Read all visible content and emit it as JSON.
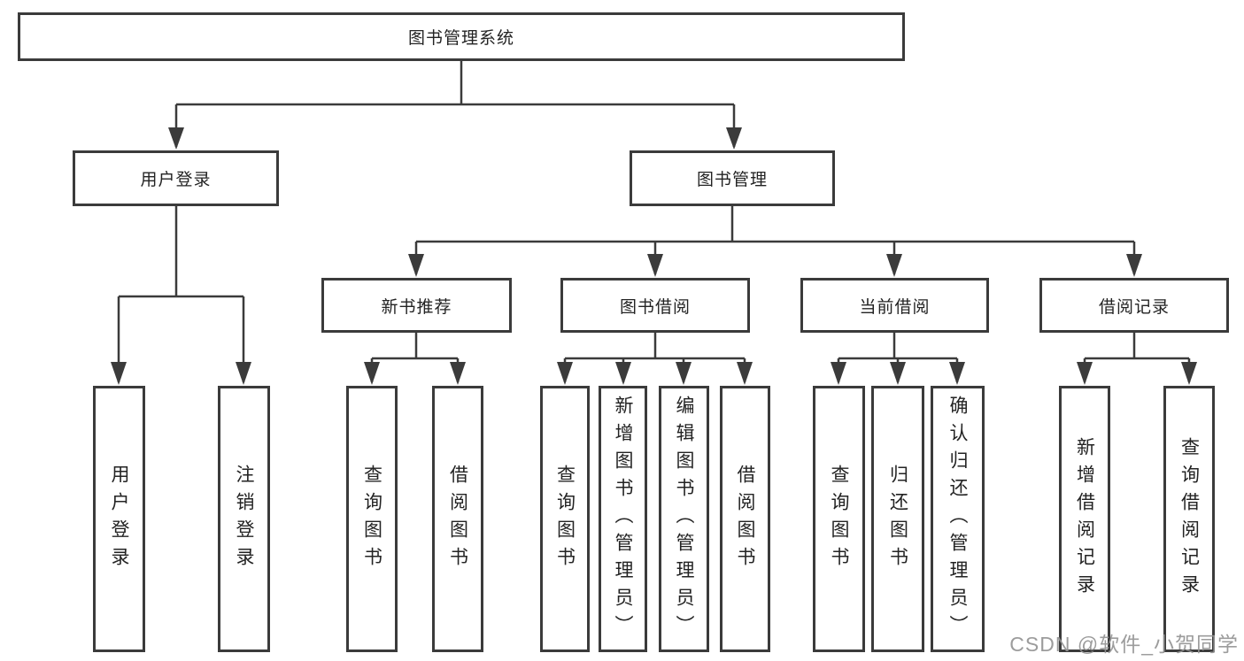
{
  "tree": {
    "root": {
      "label": "图书管理系统"
    },
    "level2": [
      {
        "label": "用户登录"
      },
      {
        "label": "图书管理"
      }
    ],
    "level3": [
      {
        "label": "新书推荐"
      },
      {
        "label": "图书借阅"
      },
      {
        "label": "当前借阅"
      },
      {
        "label": "借阅记录"
      }
    ],
    "leaves": {
      "user_login": [
        "用户登录",
        "注销登录"
      ],
      "new_book": [
        "查询图书",
        "借阅图书"
      ],
      "book_borrow": [
        "查询图书",
        "新增图书（管理员）",
        "编辑图书（管理员）",
        "借阅图书"
      ],
      "current_borrow": [
        "查询图书",
        "归还图书",
        "确认归还（管理员）"
      ],
      "borrow_record": [
        "新增借阅记录",
        "查询借阅记录"
      ]
    }
  },
  "watermark": "CSDN @软件_小贺同学",
  "colors": {
    "line": "#3b3b3b",
    "border": "#3b3b3b",
    "text": "#232323",
    "watermark": "#949494",
    "background": "#ffffff"
  }
}
